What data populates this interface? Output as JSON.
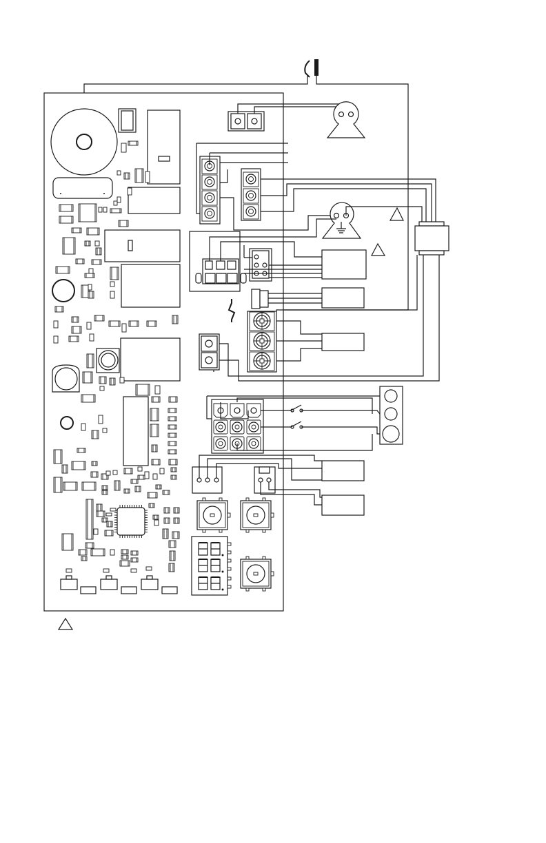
{
  "diagram": {
    "description_text": "",
    "colors": {
      "ink": "#1a1a1a",
      "paper": "#ffffff"
    },
    "symbols": [
      "power-cord-plug",
      "motor-terminal-2pin",
      "motor-terminal-3pin",
      "ground-symbol",
      "warning-triangle",
      "in-line-connector",
      "limit-switch",
      "push-button",
      "seven-segment-display",
      "microcontroller-chip",
      "transformer"
    ]
  }
}
